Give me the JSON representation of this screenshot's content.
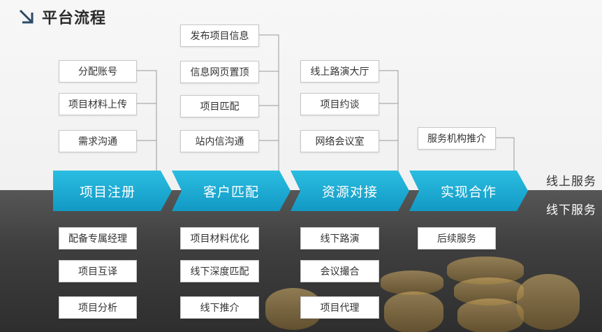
{
  "header": {
    "title": "平台流程",
    "icon": "arrow-down-right-icon"
  },
  "stages": [
    {
      "label": "项目注册",
      "online": [
        "分配账号",
        "项目材料上传",
        "需求沟通"
      ],
      "offline": [
        "配备专属经理",
        "项目互译",
        "项目分析"
      ]
    },
    {
      "label": "客户匹配",
      "online": [
        "发布项目信息",
        "信息网页置顶",
        "项目匹配",
        "站内信沟通"
      ],
      "offline": [
        "项目材料优化",
        "线下深度匹配",
        "线下推介"
      ]
    },
    {
      "label": "资源对接",
      "online": [
        "线上路演大厅",
        "项目约谈",
        "网络会议室"
      ],
      "offline": [
        "线下路演",
        "会议撮合",
        "项目代理"
      ]
    },
    {
      "label": "实现合作",
      "online": [
        "服务机构推介"
      ],
      "offline": [
        "后续服务"
      ]
    }
  ],
  "side_labels": {
    "online": "线上服务",
    "offline": "线下服务"
  },
  "colors": {
    "stage": "#1aa9d4",
    "line": "#9a9a9a",
    "title": "#2b2b2b",
    "icon": "#2a4a66"
  }
}
